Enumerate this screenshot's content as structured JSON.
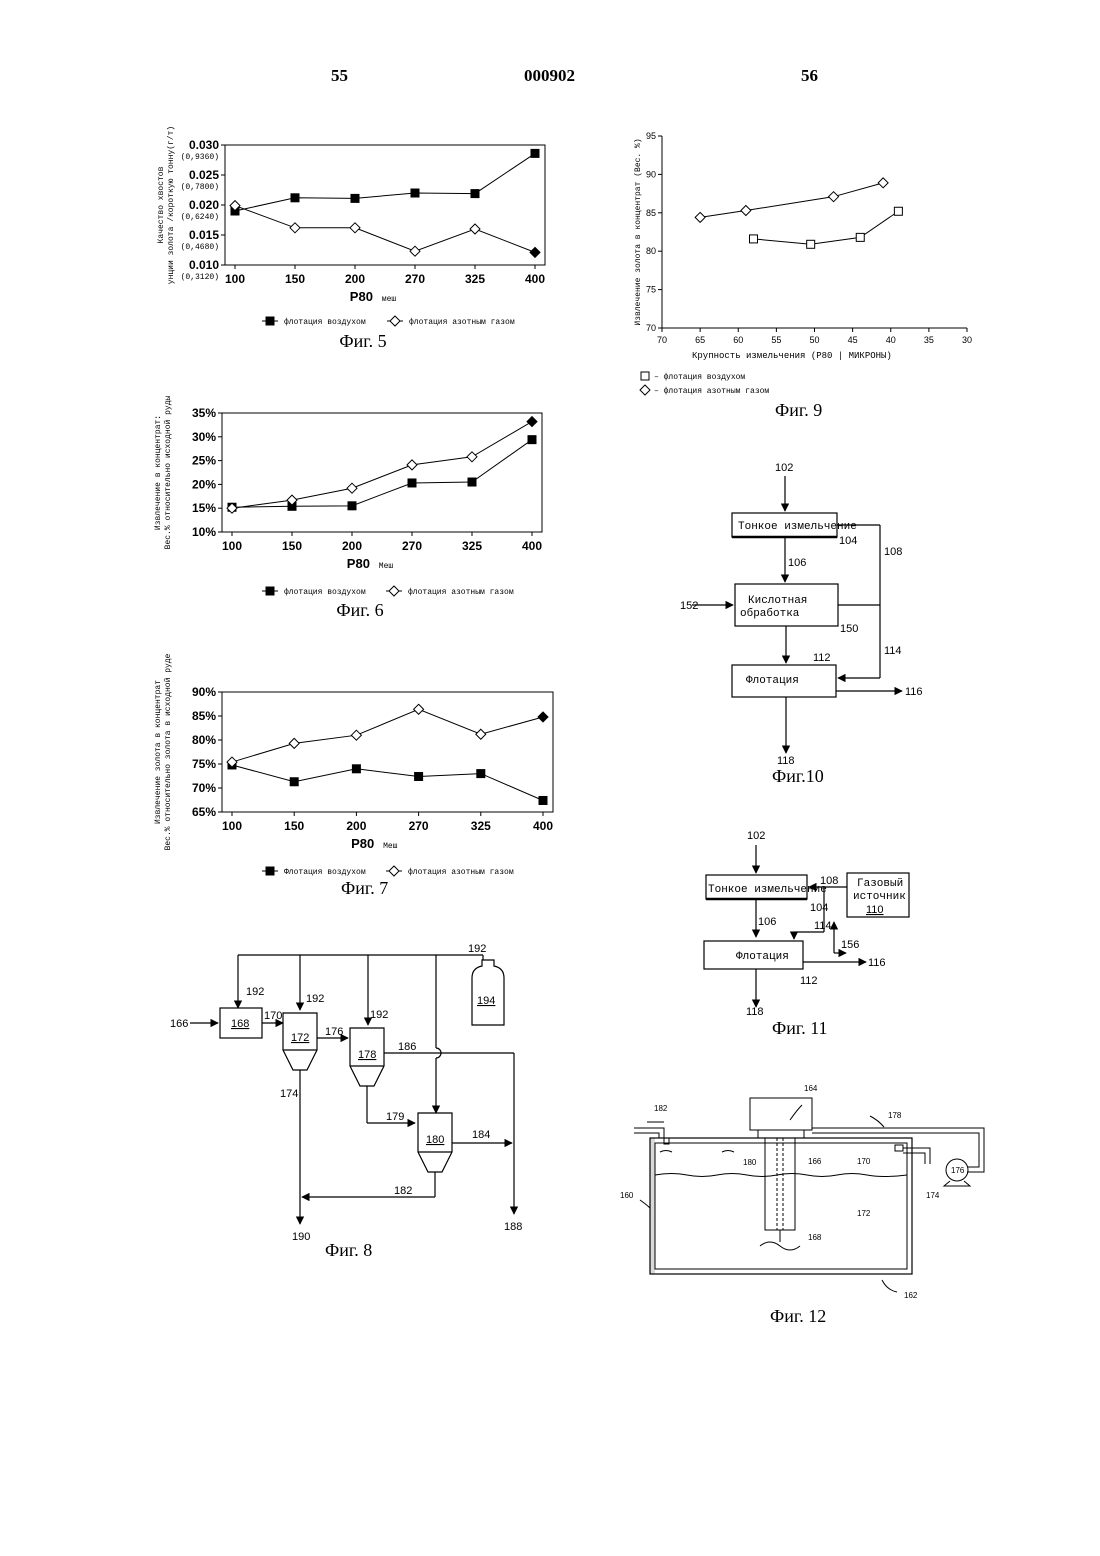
{
  "header": {
    "left": "55",
    "center": "000902",
    "right": "56"
  },
  "chart_data": [
    {
      "type": "line",
      "caption": "Фиг. 5",
      "ylabel": "Качество хвостов",
      "ylabel2": "унции золота /короткую тонну(г/т)",
      "xlabel": "P80",
      "xunit": "меш",
      "categories": [
        "100",
        "150",
        "200",
        "270",
        "325",
        "400"
      ],
      "yticks": [
        "0.010",
        "0.015",
        "0.020",
        "0.025",
        "0.030"
      ],
      "yticks2": [
        "(0,3120)",
        "(0,4680)",
        "(0,6240)",
        "(0,7800)",
        "(0,9360)"
      ],
      "ylim": [
        0.01,
        0.03
      ],
      "series": [
        {
          "name": "флотация воздухом",
          "marker": "square",
          "values": [
            0.019,
            0.0212,
            0.0211,
            0.022,
            0.0219,
            0.0286
          ]
        },
        {
          "name": "флотация азотным газом",
          "marker": "diamond",
          "values": [
            0.0199,
            0.0162,
            0.0162,
            0.0123,
            0.016,
            0.0121
          ]
        }
      ]
    },
    {
      "type": "line",
      "caption": "Фиг. 6",
      "ylabel": "Извлечение в концентрат:",
      "ylabel2": "Вес.% относительно исходной руды",
      "xlabel": "P80",
      "xunit": "Меш",
      "categories": [
        "100",
        "150",
        "200",
        "270",
        "325",
        "400"
      ],
      "yticks": [
        "10%",
        "15%",
        "20%",
        "25%",
        "30%",
        "35%"
      ],
      "ylim": [
        10,
        35
      ],
      "series": [
        {
          "name": "флотация воздухом",
          "marker": "square",
          "values": [
            15.2,
            15.4,
            15.5,
            20.3,
            20.5,
            29.4
          ]
        },
        {
          "name": "флотация азотным газом",
          "marker": "diamond",
          "values": [
            15.0,
            16.7,
            19.2,
            24.1,
            25.8,
            33.2
          ]
        }
      ]
    },
    {
      "type": "line",
      "caption": "Фиг. 7",
      "ylabel": "Извлечение золота в концентрат",
      "ylabel2": "Вес.% относительно золота в исходной руде",
      "xlabel": "P80",
      "xunit": "Меш",
      "categories": [
        "100",
        "150",
        "200",
        "270",
        "325",
        "400"
      ],
      "yticks": [
        "65%",
        "70%",
        "75%",
        "80%",
        "85%",
        "90%"
      ],
      "ylim": [
        65,
        90
      ],
      "series": [
        {
          "name": "Флотация воздухом",
          "marker": "square",
          "values": [
            74.8,
            71.3,
            74.0,
            72.4,
            73.0,
            67.4
          ]
        },
        {
          "name": "флотация азотным газом",
          "marker": "diamond",
          "values": [
            75.4,
            79.3,
            81.0,
            86.4,
            81.2,
            84.8
          ]
        }
      ]
    },
    {
      "type": "scatter",
      "caption": "Фиг. 9",
      "ylabel": "Извлечение золота в концентрат (Вес. %)",
      "xlabel": "Крупность измельчения (P80 | МИКРОНЫ)",
      "xticks": [
        "70",
        "65",
        "60",
        "55",
        "50",
        "45",
        "40",
        "35",
        "30"
      ],
      "yticks": [
        "70",
        "75",
        "80",
        "85",
        "90",
        "95"
      ],
      "xlim": [
        70,
        30
      ],
      "ylim": [
        70,
        95
      ],
      "series": [
        {
          "name": "флотация воздухом",
          "marker": "square",
          "x": [
            58,
            50.5,
            44,
            39
          ],
          "y": [
            81.6,
            80.9,
            81.8,
            85.2
          ]
        },
        {
          "name": "флотация азотным газом",
          "marker": "diamond",
          "x": [
            65,
            59,
            47.5,
            41
          ],
          "y": [
            84.4,
            85.3,
            87.1,
            88.9
          ]
        }
      ]
    }
  ],
  "fig8": {
    "caption": "Фиг. 8",
    "labels": {
      "l166": "166",
      "l168": "168",
      "l170": "170",
      "l172": "172",
      "l174": "174",
      "l176": "176",
      "l178": "178",
      "l179": "179",
      "l180": "180",
      "l182": "182",
      "l184": "184",
      "l186": "186",
      "l188": "188",
      "l190": "190",
      "l192": "192",
      "l194": "194"
    }
  },
  "fig10": {
    "caption": "Фиг.10",
    "box_grind": "Тонкое измельчение",
    "box_acid_1": "Кислотная",
    "box_acid_2": "обработка",
    "box_flot": "Флотация",
    "labels": {
      "l102": "102",
      "l104": "104",
      "l106": "106",
      "l108": "108",
      "l112": "112",
      "l114": "114",
      "l116": "116",
      "l118": "118",
      "l150": "150",
      "l152": "152"
    }
  },
  "fig11": {
    "caption": "Фиг. 11",
    "box_grind": "Тонкое измельчение",
    "box_gas_1": "Газовый",
    "box_gas_2": "источник",
    "box_gas_num": "110",
    "box_flot": "Флотация",
    "labels": {
      "l102": "102",
      "l104": "104",
      "l106": "106",
      "l108": "108",
      "l112": "112",
      "l114": "114",
      "l116": "116",
      "l118": "118",
      "l156": "156"
    }
  },
  "fig12": {
    "caption": "Фиг. 12",
    "labels": {
      "l160": "160",
      "l162": "162",
      "l164": "164",
      "l166": "166",
      "l168": "168",
      "l170": "170",
      "l172": "172",
      "l174": "174",
      "l176": "176",
      "l178": "178",
      "l180": "180",
      "l182": "182"
    }
  }
}
